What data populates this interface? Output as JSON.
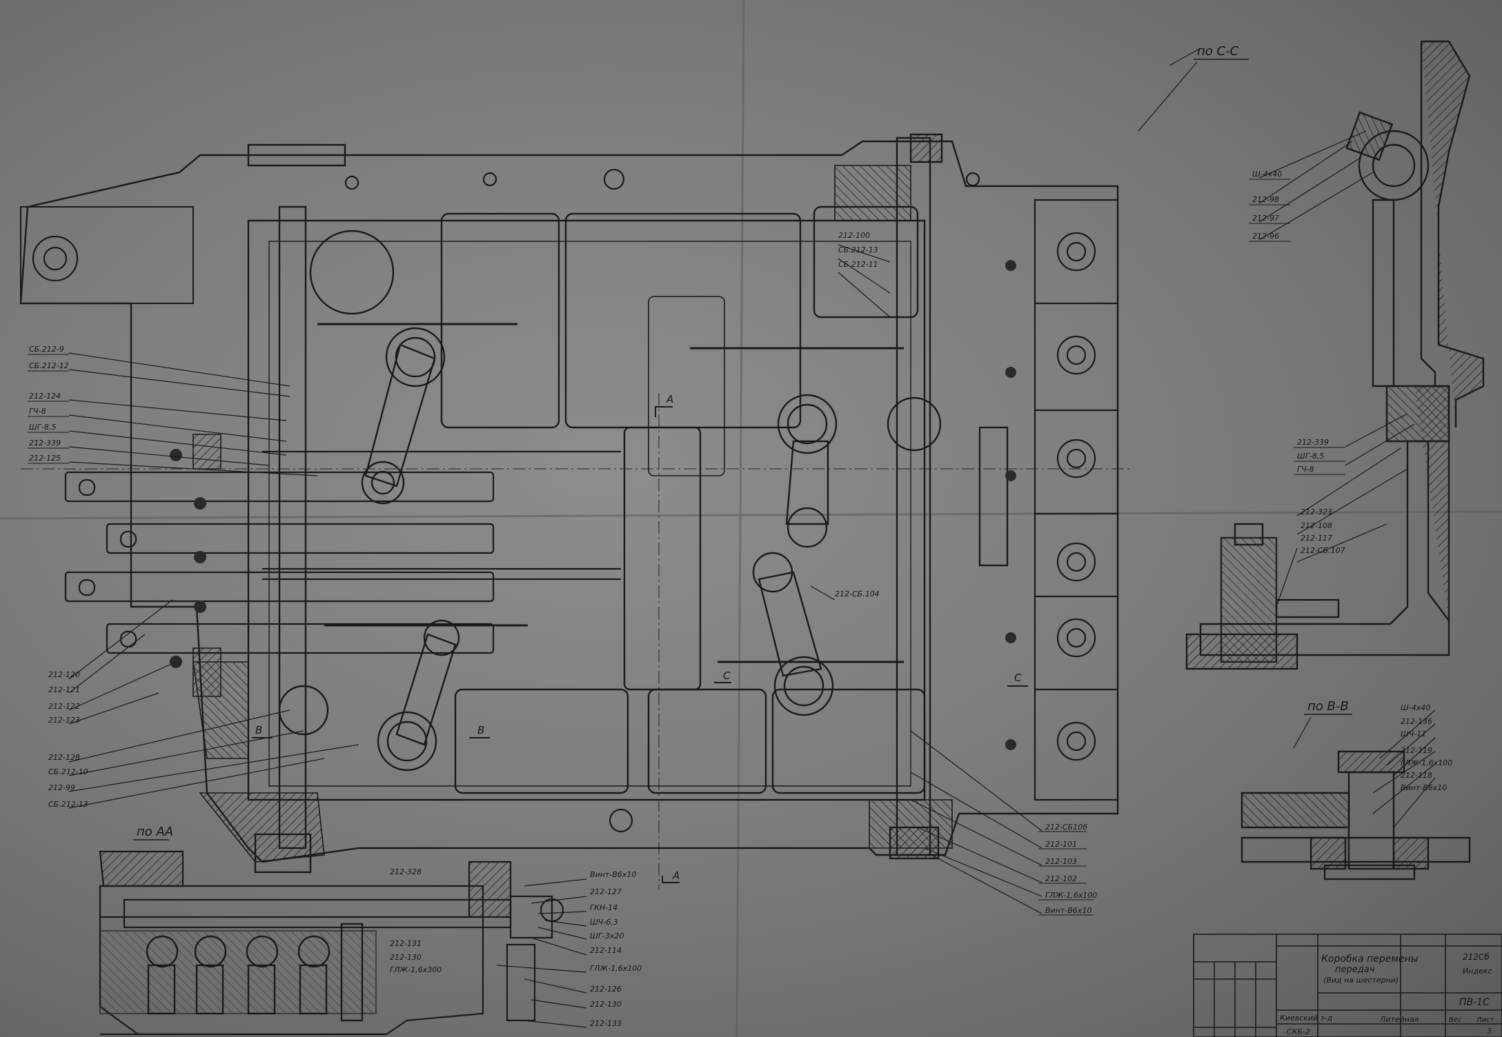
{
  "sheet": {
    "paper_color": "#7d7d7d",
    "ink_color": "#1a1a1a"
  },
  "views": {
    "section_cc": "по С-С",
    "section_bb": "по В-В",
    "section_aa": "по АА"
  },
  "cut_marks": {
    "a": "А",
    "b": "В",
    "c": "С"
  },
  "labels": {
    "left": [
      "СБ.212-9",
      "СБ.212-12",
      "212-124",
      "ГЧ-8",
      "ШГ-8,5",
      "212-339",
      "212-125"
    ],
    "left_lower": [
      "212-120",
      "212-121",
      "212-122",
      "212-123"
    ],
    "left_bottom": [
      "212-128",
      "СБ.212-10",
      "212-99",
      "СБ.212-13"
    ],
    "center_top": [
      "212-100",
      "СБ.212-13",
      "СБ.212-11"
    ],
    "center_mid": "212-СБ.104",
    "bottom_right": [
      "212-СБ106",
      "212-101",
      "212-103",
      "212-102",
      "ГЛЖ-1,6х100",
      "Винт-В6х10"
    ],
    "bottom_center": "212-328",
    "bottom_leaders": [
      "Винт-В6х10",
      "212-127",
      "ГКН-14",
      "ШЧ-6,3",
      "ШГ-3х20",
      "212-114",
      "ГЛЖ-1,6х100"
    ],
    "bottom_leaders_low": [
      "212-126",
      "212-130",
      "212-133"
    ],
    "bottom_left_cluster": [
      "212-131",
      "212-130",
      "ГЛЖ-1,6х300"
    ],
    "right_top": [
      "Ш-4х40",
      "212-98",
      "212-97",
      "212-96"
    ],
    "right_mid": [
      "212-339",
      "ШГ-8,5",
      "ГЧ-8"
    ],
    "right_lower": [
      "212-323",
      "212-108",
      "212-117",
      "212-СБ.107"
    ],
    "right_bb": [
      "Ш-4х40",
      "212-136",
      "ШЧ-11",
      "212-119",
      "ГЛЖ-1,6х100",
      "212-118",
      "Винт-В6х10"
    ]
  },
  "title_block": {
    "title_line1": "Коробка перемены",
    "title_line2": "передач",
    "title_line3": "(Вид на шестерни)",
    "material_row": "Литейная",
    "code": "212Сб",
    "index_label": "Индекс",
    "drawing_no": "ПВ-1С",
    "weight_label": "Вес",
    "sheet_label": "Лист",
    "sheet_no": "3",
    "org": "СКБ-2",
    "stamp_row": "Киевский з-д"
  }
}
